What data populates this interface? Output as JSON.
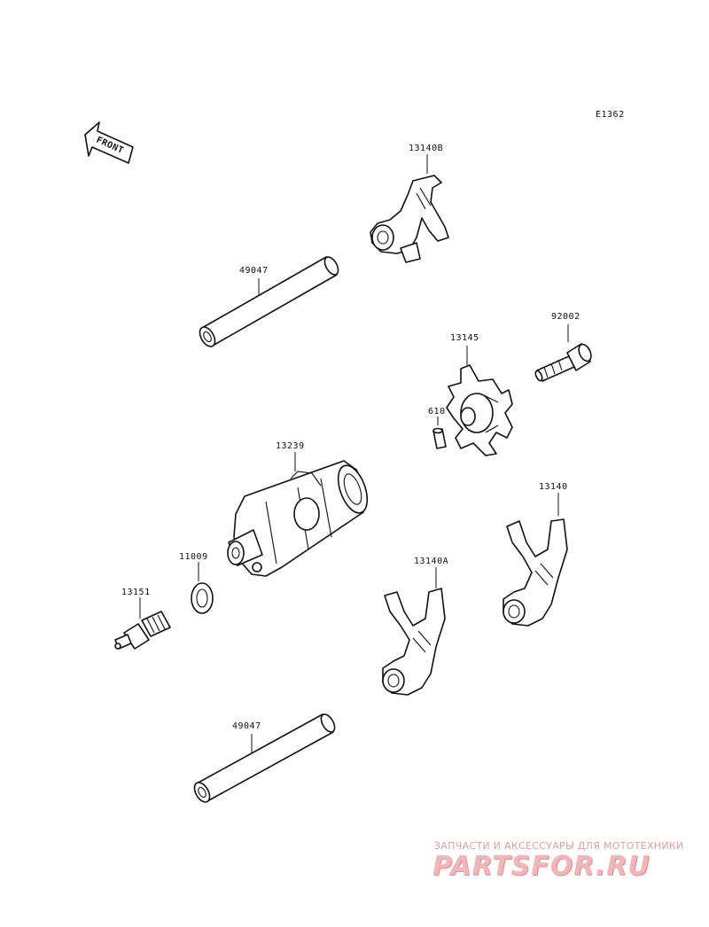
{
  "diagram": {
    "code": "E1362",
    "front_label": "FRONT",
    "parts": {
      "p13140B": "13140B",
      "p49047_top": "49047",
      "p92002": "92002",
      "p13145": "13145",
      "p610": "610",
      "p13239": "13239",
      "p11009": "11009",
      "p13151": "13151",
      "p13140": "13140",
      "p13140A": "13140A",
      "p49047_bottom": "49047"
    }
  },
  "watermark": {
    "tagline": "ЗАПЧАСТИ И АКСЕССУАРЫ ДЛЯ МОТОТЕХНИКИ",
    "brand": "PARTSFOR.RU",
    "color": "#f2b5b8"
  }
}
